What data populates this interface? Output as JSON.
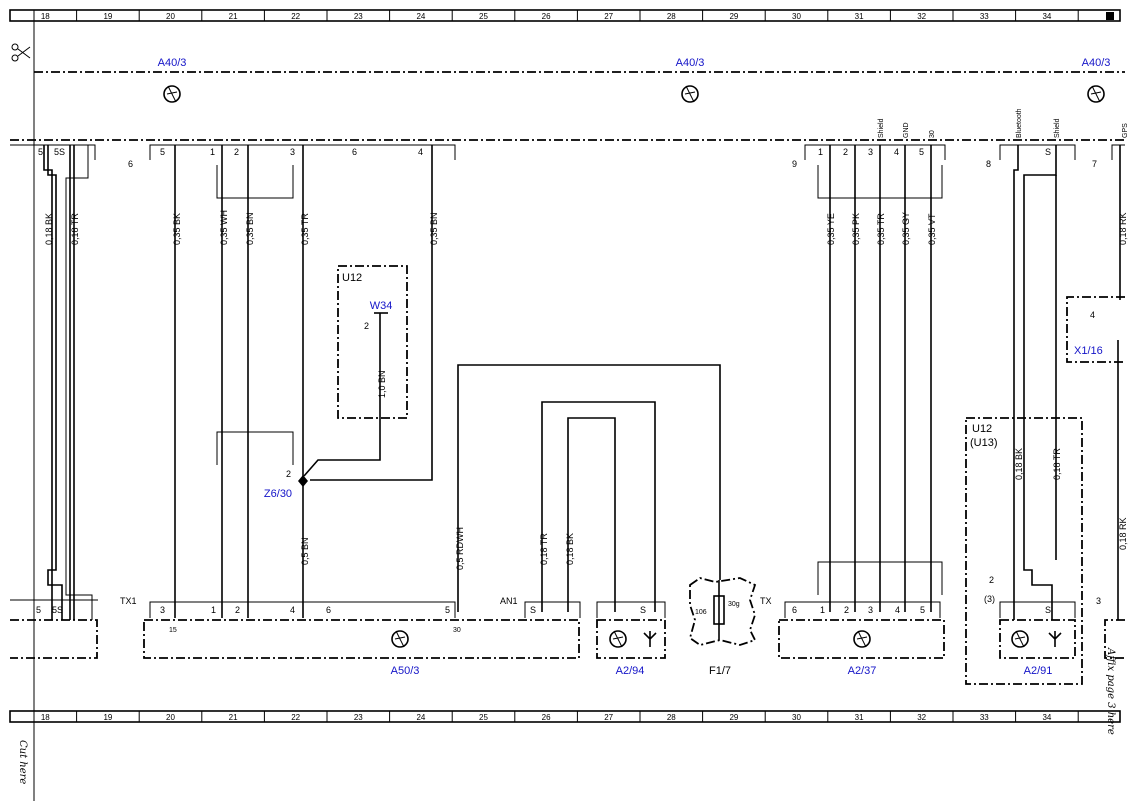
{
  "grid_columns": [
    "18",
    "19",
    "20",
    "21",
    "22",
    "23",
    "24",
    "25",
    "26",
    "27",
    "28",
    "29",
    "30",
    "31",
    "32",
    "33",
    "34"
  ],
  "top_components": [
    {
      "id": "A40/3"
    },
    {
      "id": "A40/3"
    },
    {
      "id": "A40/3"
    }
  ],
  "connector_pins_top": {
    "left": [
      "5",
      "5S"
    ],
    "a": [
      "6",
      "5",
      "1",
      "2",
      "3",
      "6",
      "4"
    ],
    "b": [
      "9",
      "1",
      "2",
      "3",
      "4",
      "5"
    ],
    "c": [
      "8",
      "S"
    ],
    "d": [
      "7"
    ]
  },
  "top_small_labels": [
    "Shield",
    "GND",
    "30",
    "Bluetooth",
    "Shield",
    "GPS"
  ],
  "wires_left": [
    "0,18 BK",
    "0,18 TR"
  ],
  "wires_main": [
    "0,35 BK",
    "0,35 WH",
    "0,35 BN",
    "0,35 TR",
    "0,35 BN"
  ],
  "wires_right_top": [
    "0,35 YE",
    "0,35 PK",
    "0,35 TR",
    "0,35 GY",
    "0,35 VT"
  ],
  "wires_far_right": [
    "0,18 BK",
    "0,18 TR",
    "0,18 RK",
    "0,18 RK"
  ],
  "u12_box": {
    "title": "U12",
    "component": "W34",
    "pin": "2",
    "wire": "1,0 BN"
  },
  "splice": {
    "id": "Z6/30",
    "pin": "2"
  },
  "mid_wires": [
    "0,5 BN",
    "0,5 RDWH",
    "0,18 TR",
    "0,18 BK"
  ],
  "x1_16": {
    "id": "X1/16",
    "pin": "4"
  },
  "u12_right": {
    "title": "U12",
    "subtitle": "(U13)",
    "pin": "2",
    "pin_alt": "(3)"
  },
  "bottom_components": [
    {
      "id": "A50/3",
      "label": "TX1",
      "pins": [
        "3",
        "1",
        "2",
        "4",
        "6",
        "5"
      ],
      "sub": [
        "15",
        "30"
      ]
    },
    {
      "id": "A2/94",
      "label": "AN1",
      "pins": [
        "S"
      ]
    },
    {
      "id": "F1/7",
      "pins": [
        "106",
        "30g"
      ]
    },
    {
      "id": "A2/37",
      "label": "TX",
      "pins": [
        "6",
        "1",
        "2",
        "3",
        "4",
        "5"
      ]
    },
    {
      "id": "A2/91",
      "pins": [
        "S"
      ]
    }
  ],
  "left_bottom_pins": [
    "5",
    "5S"
  ],
  "far_right_pin": "3",
  "margin_text": {
    "cut_here": "Cut here",
    "affix": "Affix page 3 here"
  },
  "colors": {
    "component_label": "#1414c8",
    "line": "#000000"
  }
}
